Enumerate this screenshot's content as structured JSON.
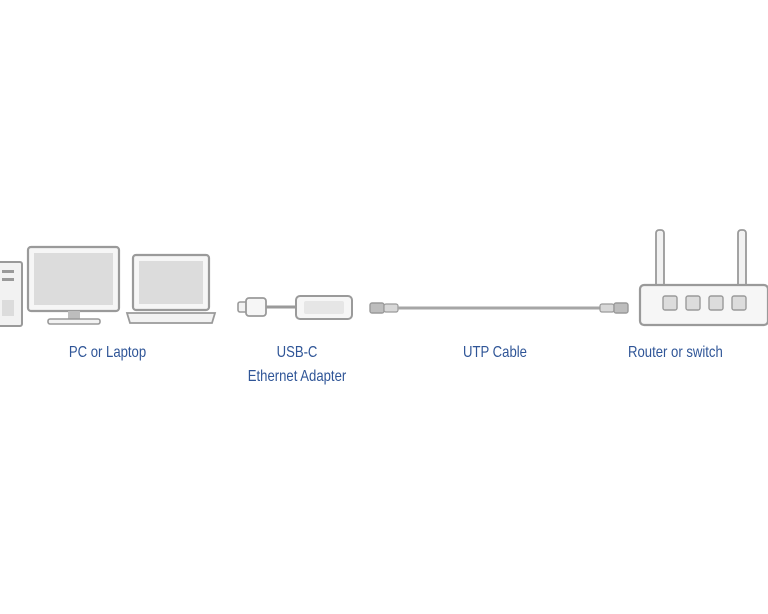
{
  "labels": {
    "pc_or_laptop": "PC or Laptop",
    "adapter_line1": "USB-C",
    "adapter_line2": "Ethernet Adapter",
    "utp_cable": "UTP Cable",
    "router_or_switch": "Router or switch"
  },
  "colors": {
    "label_text": "#2f5597",
    "device_stroke": "#9a9a9a",
    "device_fill": "#dcdcdc",
    "background": "#ffffff"
  }
}
